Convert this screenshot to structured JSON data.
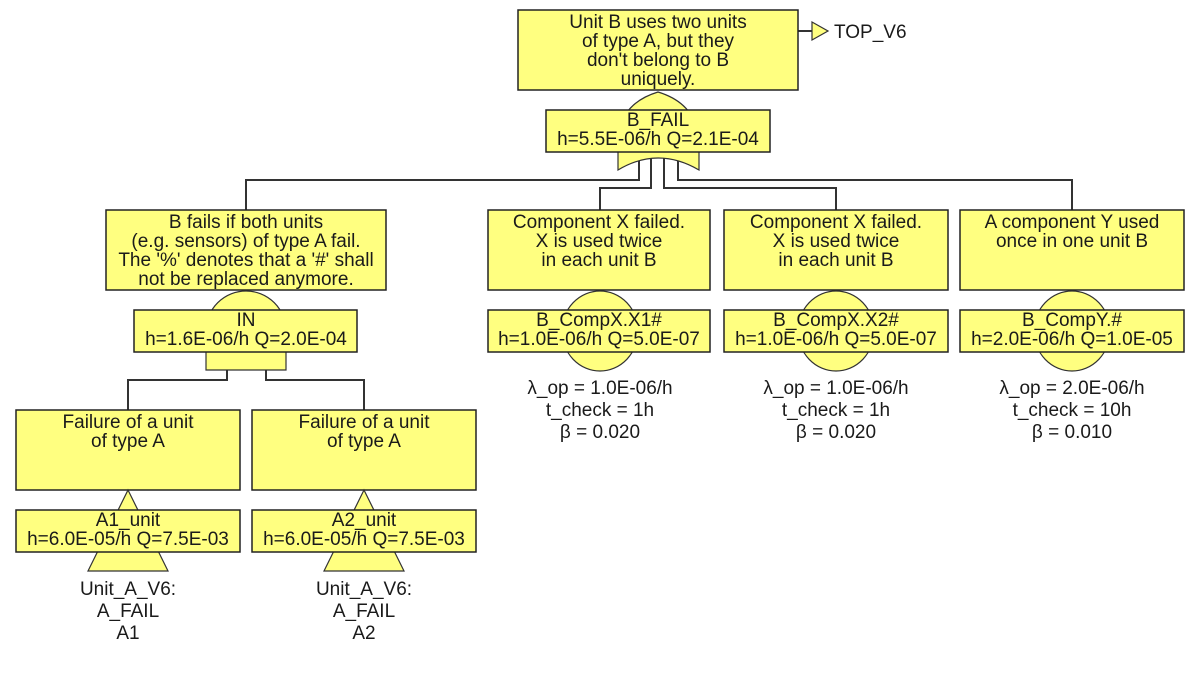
{
  "colors": {
    "fill": "#ffff80",
    "stroke": "#222222",
    "connector": "#333333",
    "text": "#1a1a1a"
  },
  "top_gate": {
    "type": "OR",
    "description": [
      "Unit B uses two units",
      "of type A, but they",
      "don't belong to B",
      "uniquely."
    ],
    "id": "B_FAIL",
    "values": "h=5.5E-06/h Q=2.1E-04",
    "transfer_out": "TOP_V6"
  },
  "and_gate": {
    "type": "AND",
    "description": [
      "B fails if both units",
      "(e.g. sensors) of type A fail.",
      "The '%' denotes that a '#' shall",
      "not be replaced anymore."
    ],
    "id": "IN",
    "values": "h=1.6E-06/h Q=2.0E-04"
  },
  "transfers_in": [
    {
      "description": [
        "Failure of a unit",
        "of type A"
      ],
      "id": "A1_unit",
      "values": "h=6.0E-05/h Q=7.5E-03",
      "reference": [
        "Unit_A_V6:",
        "A_FAIL",
        "A1"
      ]
    },
    {
      "description": [
        "Failure of a unit",
        "of type A"
      ],
      "id": "A2_unit",
      "values": "h=6.0E-05/h Q=7.5E-03",
      "reference": [
        "Unit_A_V6:",
        "A_FAIL",
        "A2"
      ]
    }
  ],
  "basic_events": [
    {
      "description": [
        "Component X failed.",
        "X is used twice",
        "in each unit B"
      ],
      "id": "B_CompX.X1#",
      "values": "h=1.0E-06/h Q=5.0E-07",
      "params": [
        "λ_op = 1.0E-06/h",
        "t_check = 1h",
        "β = 0.020"
      ]
    },
    {
      "description": [
        "Component X failed.",
        "X is used twice",
        "in each unit B"
      ],
      "id": "B_CompX.X2#",
      "values": "h=1.0E-06/h Q=5.0E-07",
      "params": [
        "λ_op = 1.0E-06/h",
        "t_check = 1h",
        "β = 0.020"
      ]
    },
    {
      "description": [
        "A component Y used",
        "once in one unit B"
      ],
      "id": "B_CompY.#",
      "values": "h=2.0E-06/h Q=1.0E-05",
      "params": [
        "λ_op = 2.0E-06/h",
        "t_check = 10h",
        "β = 0.010"
      ]
    }
  ]
}
